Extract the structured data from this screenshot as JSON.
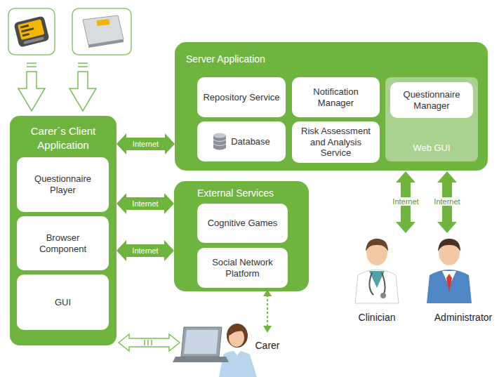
{
  "diagram": {
    "nodes": [
      {
        "text": [
          "Server Application"
        ]
      },
      {
        "text": [
          "Repository Service"
        ],
        "in": 0
      },
      {
        "text": [
          "Notification Manager"
        ],
        "in": 0
      },
      {
        "text": [
          "Database"
        ],
        "in": 0
      },
      {
        "text": [
          "Risk Assessment and Analysis Service"
        ],
        "in": 0
      },
      {
        "text": [
          "Web GUI"
        ],
        "in": 0
      },
      {
        "text": [
          "Questionnaire Manager"
        ],
        "in": 5
      },
      {
        "text": [
          "Carer´s Client Application"
        ]
      },
      {
        "text": [
          "Questionnaire Player"
        ],
        "in": 7
      },
      {
        "text": [
          "Browser Component"
        ],
        "in": 7
      },
      {
        "text": [
          "GUI"
        ],
        "in": 7
      },
      {
        "text": [
          "External Services"
        ]
      },
      {
        "text": [
          "Cognitive Games"
        ],
        "in": 11
      },
      {
        "text": [
          "Social Network Platform"
        ],
        "in": 11
      }
    ],
    "edges": [
      {
        "from": 7,
        "to": 0,
        "label": "Internet",
        "arrow": "both"
      },
      {
        "from": 7,
        "to": 11,
        "label": "Internet",
        "arrow": "both"
      },
      {
        "from": 7,
        "to": 11,
        "label": "Internet",
        "arrow": "both"
      }
    ],
    "labels": [
      "Internet",
      "Internet",
      "Clinician",
      "Administrator",
      "Carer"
    ]
  }
}
